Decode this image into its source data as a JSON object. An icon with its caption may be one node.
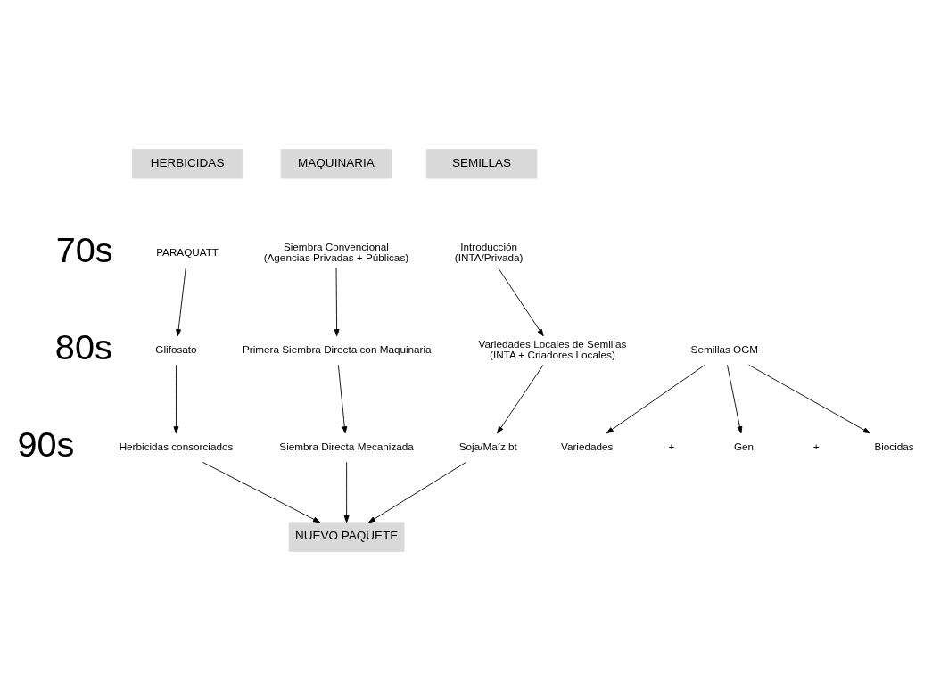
{
  "diagram": {
    "nodes": [
      {
        "text": [
          "HERBICIDAS"
        ]
      },
      {
        "text": [
          "MAQUINARIA"
        ]
      },
      {
        "text": [
          "SEMILLAS"
        ]
      },
      {
        "text": [
          "PARAQUATT"
        ]
      },
      {
        "text": [
          "Siembra Convencional",
          "(Agencias Privadas + Públicas)"
        ]
      },
      {
        "text": [
          "Introducción",
          "(INTA/Privada)"
        ]
      },
      {
        "text": [
          "Glifosato"
        ]
      },
      {
        "text": [
          "Primera Siembra Directa con Maquinaria"
        ]
      },
      {
        "text": [
          "Variedades Locales de Semillas",
          "(INTA + Criadores Locales)"
        ]
      },
      {
        "text": [
          "Semillas OGM"
        ]
      },
      {
        "text": [
          "Variedades"
        ]
      },
      {
        "text": [
          "Gen"
        ]
      },
      {
        "text": [
          "Biocidas"
        ]
      },
      {
        "text": [
          "Herbicidas consorciados"
        ]
      },
      {
        "text": [
          "Siembra Directa Mecanizada"
        ]
      },
      {
        "text": [
          "Soja/Maíz bt"
        ]
      },
      {
        "text": [
          "NUEVO PAQUETE"
        ]
      }
    ],
    "edges": [
      {
        "from": 3,
        "to": 6,
        "arrow": "to"
      },
      {
        "from": 4,
        "to": 7,
        "arrow": "to"
      },
      {
        "from": 5,
        "to": 8,
        "arrow": "to"
      },
      {
        "from": 6,
        "to": 13,
        "arrow": "to"
      },
      {
        "from": 7,
        "to": 14,
        "arrow": "to"
      },
      {
        "from": 8,
        "to": 15,
        "arrow": "to"
      },
      {
        "from": 9,
        "to": 10,
        "arrow": "to"
      },
      {
        "from": 9,
        "to": 11,
        "arrow": "to"
      },
      {
        "from": 9,
        "to": 12,
        "arrow": "to"
      },
      {
        "from": 13,
        "to": 16,
        "arrow": "to"
      },
      {
        "from": 14,
        "to": 16,
        "arrow": "to"
      },
      {
        "from": 15,
        "to": 16,
        "arrow": "to"
      }
    ],
    "labels": [
      "70s",
      "80s",
      "90s",
      "+",
      "+"
    ]
  }
}
